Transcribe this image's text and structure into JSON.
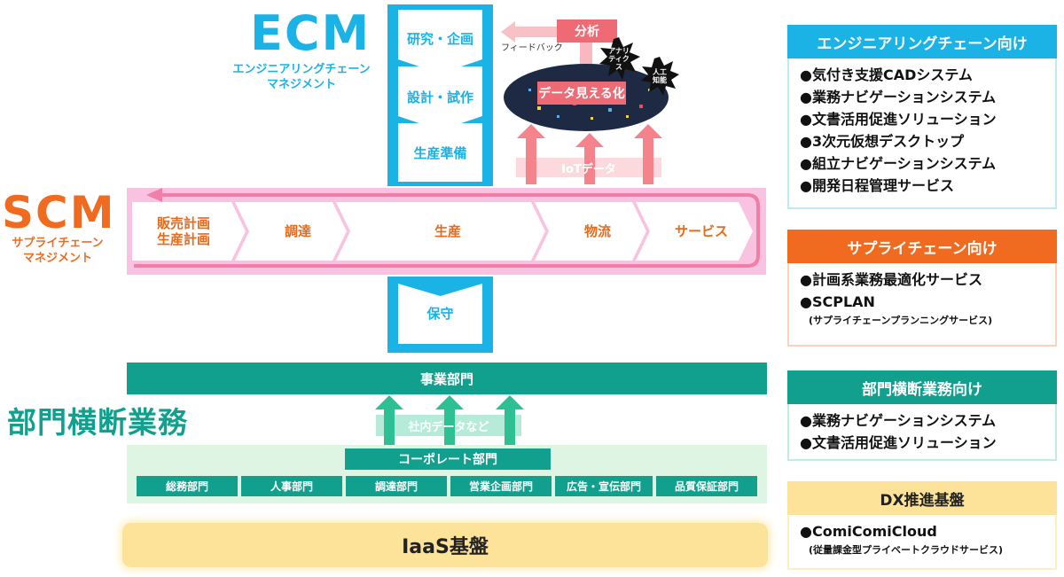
{
  "ecm": {
    "title": "ECM",
    "subtitle_line1": "エンジニアリングチェーン",
    "subtitle_line2": "マネジメント",
    "stages": [
      "研究・企画",
      "設計・試作",
      "生産準備"
    ],
    "maintenance": "保守"
  },
  "analysis": {
    "analysis_label": "分析",
    "feedback_label": "フィードバック",
    "visualize_label": "データ見える化",
    "analytics_badge": "アナリティクス",
    "ai_badge": "人工知能",
    "iot_label": "IoTデータ"
  },
  "scm": {
    "title": "SCM",
    "subtitle_line1": "サプライチェーン",
    "subtitle_line2": "マネジメント",
    "stage1_line1": "販売計画",
    "stage1_line2": "生産計画",
    "stages": [
      "調達",
      "生産",
      "物流",
      "サービス"
    ]
  },
  "dept": {
    "title": "部門横断業務",
    "business_unit": "事業部門",
    "internal_data": "社内データなど",
    "corporate": "コーポレート部門",
    "departments": [
      "総務部門",
      "人事部門",
      "調達部門",
      "営業企画部門",
      "広告・宣伝部門",
      "品質保証部門"
    ]
  },
  "iaas": "IaaS基盤",
  "right_panels": {
    "engineering": {
      "header": "エンジニアリングチェーン向け",
      "items": [
        "●気付き支援CADシステム",
        "●業務ナビゲーションシステム",
        "●文書活用促進ソリューション",
        "●3次元仮想デスクトップ",
        "●組立ナビゲーションシステム",
        "●開発日程管理サービス"
      ]
    },
    "supply": {
      "header": "サプライチェーン向け",
      "item1": "●計画系業務最適化サービス",
      "item2": "●SCPLAN",
      "note": "(サプライチェーンプランニングサービス)"
    },
    "crossdept": {
      "header": "部門横断業務向け",
      "items": [
        "●業務ナビゲーションシステム",
        "●文書活用促進ソリューション"
      ]
    },
    "dx": {
      "header": "DX推進基盤",
      "item1": "●ComiComiCloud",
      "note": "(従量課金型プライベートクラウドサービス)"
    }
  },
  "colors": {
    "ecm_blue": "#1bb2e6",
    "scm_orange": "#f06b1f",
    "scm_pink": "#f6b8dc",
    "teal": "#12a08e",
    "iaas_yellow": "#fde29a",
    "analysis_red": "#ee6a74",
    "cloud_navy": "#1e2a44"
  }
}
